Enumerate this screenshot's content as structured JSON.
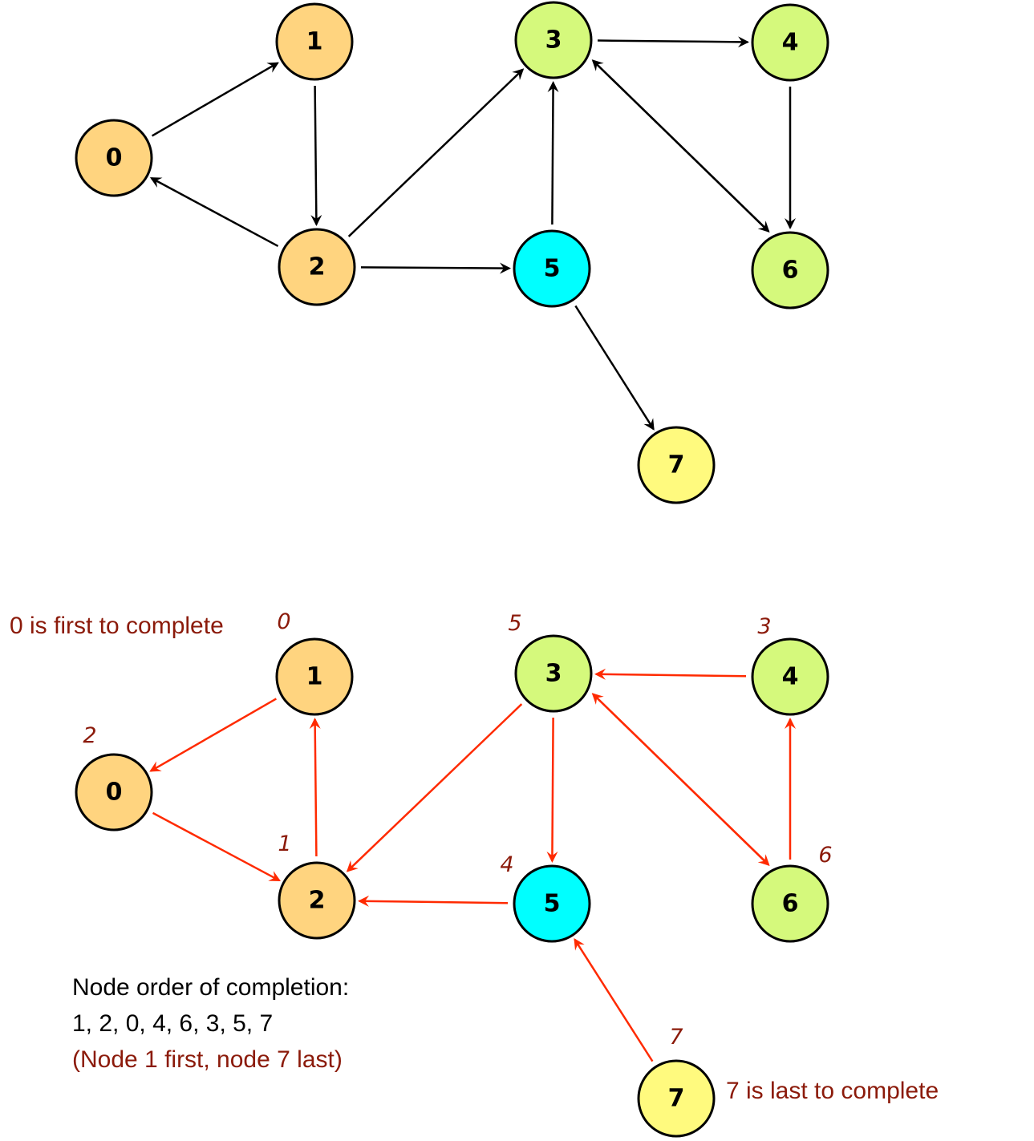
{
  "colors": {
    "group_a": "#FFD47F",
    "group_b": "#D5F97C",
    "group_c": "#00FFFF",
    "group_d": "#FFFA7E",
    "edge_top": "#000000",
    "edge_bottom": "#FF2A00",
    "annotation": "#8B1A0A"
  },
  "graph_original": {
    "nodes": [
      {
        "id": "0",
        "label": "0",
        "group": "group_a"
      },
      {
        "id": "1",
        "label": "1",
        "group": "group_a"
      },
      {
        "id": "2",
        "label": "2",
        "group": "group_a"
      },
      {
        "id": "3",
        "label": "3",
        "group": "group_b"
      },
      {
        "id": "4",
        "label": "4",
        "group": "group_b"
      },
      {
        "id": "5",
        "label": "5",
        "group": "group_c"
      },
      {
        "id": "6",
        "label": "6",
        "group": "group_b"
      },
      {
        "id": "7",
        "label": "7",
        "group": "group_d"
      }
    ],
    "edges": [
      [
        "0",
        "1"
      ],
      [
        "1",
        "2"
      ],
      [
        "2",
        "0"
      ],
      [
        "2",
        "3"
      ],
      [
        "2",
        "5"
      ],
      [
        "3",
        "4"
      ],
      [
        "3",
        "6"
      ],
      [
        "6",
        "3"
      ],
      [
        "4",
        "6"
      ],
      [
        "5",
        "3"
      ],
      [
        "5",
        "7"
      ]
    ]
  },
  "graph_reversed": {
    "nodes": [
      {
        "id": "0",
        "label": "0",
        "group": "group_a",
        "order": "2"
      },
      {
        "id": "1",
        "label": "1",
        "group": "group_a",
        "order": "0"
      },
      {
        "id": "2",
        "label": "2",
        "group": "group_a",
        "order": "1"
      },
      {
        "id": "3",
        "label": "3",
        "group": "group_b",
        "order": "5"
      },
      {
        "id": "4",
        "label": "4",
        "group": "group_b",
        "order": "3"
      },
      {
        "id": "5",
        "label": "5",
        "group": "group_c",
        "order": "4"
      },
      {
        "id": "6",
        "label": "6",
        "group": "group_b",
        "order": "6"
      },
      {
        "id": "7",
        "label": "7",
        "group": "group_d",
        "order": "7"
      }
    ],
    "edges": [
      [
        "1",
        "0"
      ],
      [
        "2",
        "1"
      ],
      [
        "0",
        "2"
      ],
      [
        "3",
        "2"
      ],
      [
        "5",
        "2"
      ],
      [
        "4",
        "3"
      ],
      [
        "6",
        "3"
      ],
      [
        "3",
        "6"
      ],
      [
        "6",
        "4"
      ],
      [
        "3",
        "5"
      ],
      [
        "7",
        "5"
      ]
    ]
  },
  "annotations": {
    "first": "0 is first to complete",
    "last": "7 is last to complete",
    "order_title": "Node order of completion:",
    "order_sequence": "1, 2, 0, 4, 6, 3, 5, 7",
    "order_note": "(Node 1 first, node 7 last)"
  }
}
